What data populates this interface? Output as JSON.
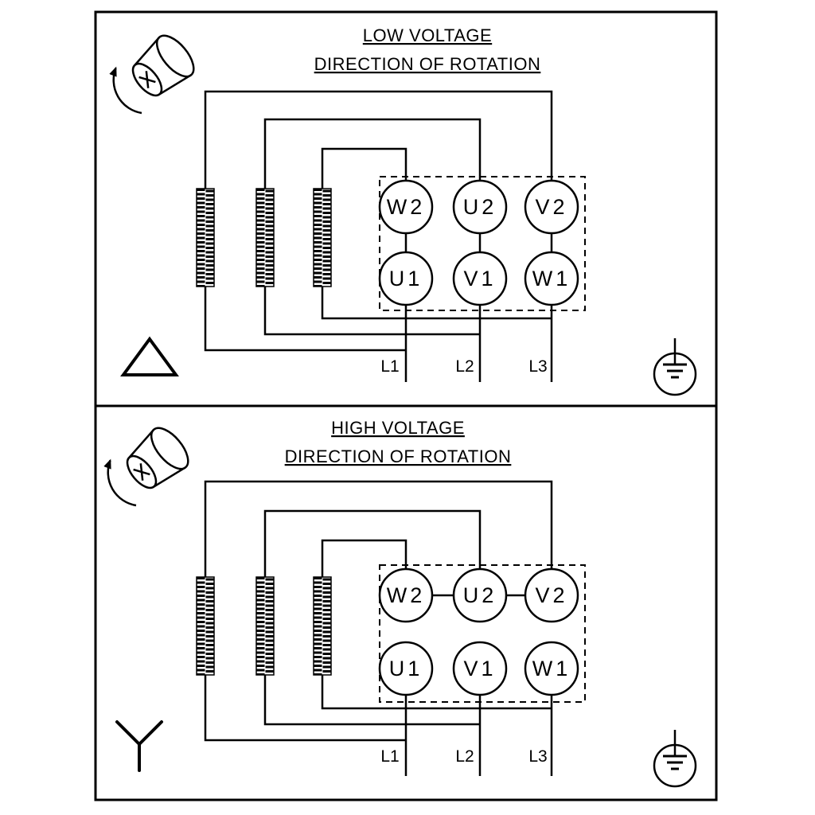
{
  "page": {
    "background": "#ffffff",
    "line_color": "#000000"
  },
  "icons": {
    "rotation": "rotation-direction-arrow",
    "earth": "earth-ground",
    "delta": "delta-connection",
    "star": "star-connection"
  },
  "panels": [
    {
      "title": "LOW VOLTAGE",
      "subtitle": "DIRECTION OF ROTATION",
      "connection_symbol": "delta",
      "terminals_top": [
        "W2",
        "U2",
        "V2"
      ],
      "terminals_bottom": [
        "U1",
        "V1",
        "W1"
      ],
      "supply_lines": [
        "L1",
        "L2",
        "L3"
      ]
    },
    {
      "title": "HIGH VOLTAGE",
      "subtitle": "DIRECTION OF ROTATION",
      "connection_symbol": "star",
      "terminals_top": [
        "W2",
        "U2",
        "V2"
      ],
      "terminals_bottom": [
        "U1",
        "V1",
        "W1"
      ],
      "supply_lines": [
        "L1",
        "L2",
        "L3"
      ]
    }
  ]
}
